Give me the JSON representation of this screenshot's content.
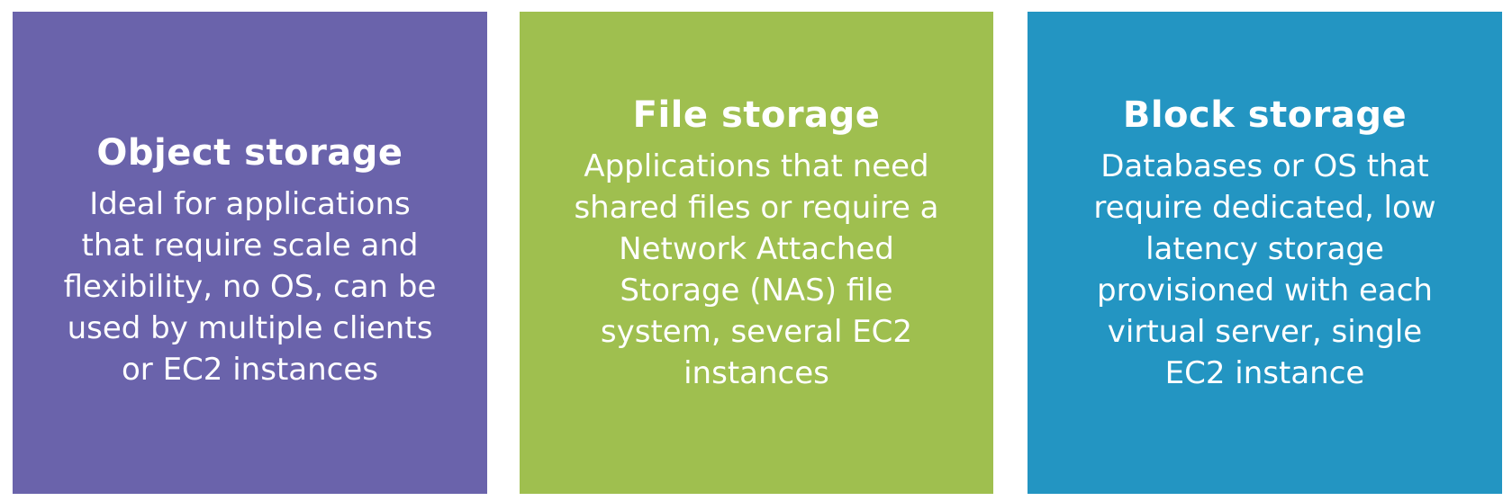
{
  "cards": [
    {
      "title": "Object storage",
      "color": "#6a63ab",
      "lines": [
        "Ideal for applications",
        "that require scale and",
        "flexibility, no OS, can be",
        "used by multiple clients",
        "or EC2 instances"
      ]
    },
    {
      "title": "File storage",
      "color": "#9fbf4f",
      "lines": [
        "Applications that need",
        "shared files or require a",
        "Network Attached",
        "Storage (NAS) file",
        "system, several EC2",
        "instances"
      ]
    },
    {
      "title": "Block storage",
      "color": "#2395c2",
      "lines": [
        "Databases or OS that",
        "require dedicated, low",
        "latency storage",
        "provisioned with each",
        "virtual server, single",
        "EC2 instance"
      ]
    }
  ]
}
